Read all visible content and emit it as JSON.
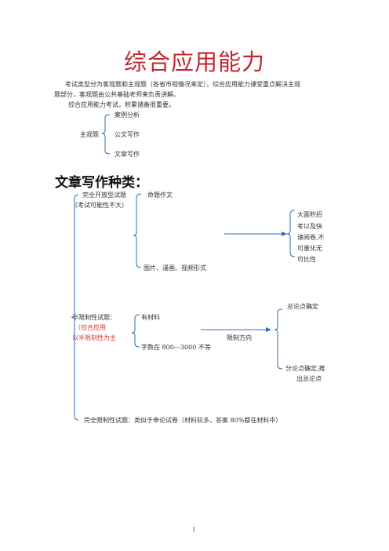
{
  "title": "综合应用能力",
  "intro_line1": "考试类型分为客观题和主观题（各省市视情况来定），综合应用能力课堂重点解决主观",
  "intro_line2": "题部分，客观题由公共基础老师来负责讲解。",
  "intro_line3": "综合应用能力考试，积累储备很重要。",
  "subjective": {
    "label": "主观题",
    "items": [
      "案例分析",
      "公文写作",
      "文章写作"
    ]
  },
  "section_heading": "文章写作种类：",
  "open_type": {
    "label": "完全开放型试题",
    "note": "（考试可能性不大）",
    "item1": "命题作文",
    "item2": "图片、漫画、视频形式",
    "box_lines": [
      "大面积招",
      "考以及快",
      "速阅卷,不",
      "可量化无",
      "可比性"
    ]
  },
  "semi_type": {
    "label": "半限制性试题：",
    "note1": "（综合应用",
    "note2": "以半限制性为主",
    "item1": "有材料",
    "item2": "字数在 800---3000 不等",
    "mid": "限制方向",
    "right1": "总论点确定",
    "right2_line1": "分论点确定,推",
    "right2_line2": "出总论点"
  },
  "full_type": {
    "label": "完全限制性试题：类似于申论试卷（材料较多，答案 80%都在材料中）"
  },
  "page_number": "1",
  "colors": {
    "title": "#c0272d",
    "red_note": "#d2382f",
    "line_blue": "#2f6db5"
  }
}
